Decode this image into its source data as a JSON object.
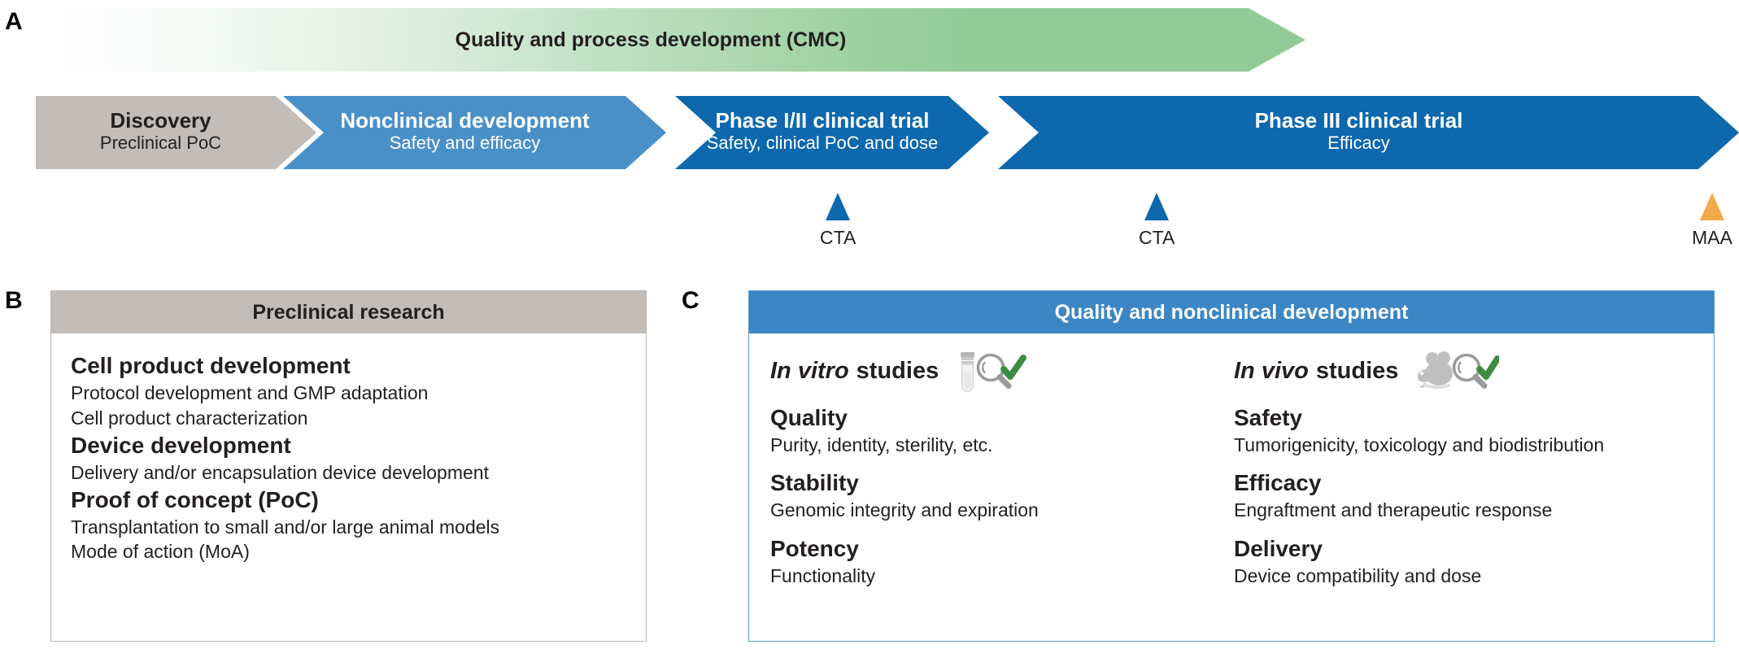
{
  "panels": {
    "a_letter": "A",
    "b_letter": "B",
    "c_letter": "C"
  },
  "timeline": {
    "cmc_band_label": "Quality and process development (CMC)",
    "stages": [
      {
        "title": "Discovery",
        "subtitle": "Preclinical PoC",
        "color": "#c2bdb8",
        "text_color": "#231f20"
      },
      {
        "title": "Nonclinical development",
        "subtitle": "Safety and efficacy",
        "color": "#4a90c8",
        "text_color": "#ffffff"
      },
      {
        "title": "Phase I/II clinical trial",
        "subtitle": "Safety, clinical PoC and dose",
        "color": "#0d68ad",
        "text_color": "#ffffff"
      },
      {
        "title": "Phase III clinical trial",
        "subtitle": "Efficacy",
        "color": "#0d68ad",
        "text_color": "#ffffff"
      }
    ],
    "milestones": [
      {
        "label": "CTA",
        "color": "#0d68ad",
        "marker": "triangle-up-icon"
      },
      {
        "label": "CTA",
        "color": "#0d68ad",
        "marker": "triangle-up-icon"
      },
      {
        "label": "MAA",
        "color": "#f2a949",
        "marker": "triangle-up-icon"
      }
    ],
    "band_color": "#92cb96"
  },
  "preclinical": {
    "header": "Preclinical research",
    "header_color": "#c2bdb8",
    "items": [
      {
        "title": "Cell product development",
        "lines": [
          "Protocol development and GMP adaptation",
          "Cell product characterization"
        ]
      },
      {
        "title": "Device development",
        "lines": [
          "Delivery and/or encapsulation device development"
        ]
      },
      {
        "title": "Proof of concept (PoC)",
        "lines": [
          "Transplantation to small and/or large animal models",
          "Mode of action (MoA)"
        ]
      }
    ]
  },
  "quality_nonclinical": {
    "header": "Quality and nonclinical development",
    "header_color": "#3c86c4",
    "columns": [
      {
        "title_italic": "In vitro",
        "title_rest": "studies",
        "icon": "vial-magnifier-check-icon",
        "items": [
          {
            "title": "Quality",
            "line": "Purity, identity, sterility, etc."
          },
          {
            "title": "Stability",
            "line": "Genomic integrity and expiration"
          },
          {
            "title": "Potency",
            "line": "Functionality"
          }
        ]
      },
      {
        "title_italic": "In vivo",
        "title_rest": "studies",
        "icon": "mouse-magnifier-check-icon",
        "items": [
          {
            "title": "Safety",
            "line": "Tumorigenicity, toxicology and biodistribution"
          },
          {
            "title": "Efficacy",
            "line": "Engraftment and therapeutic response"
          },
          {
            "title": "Delivery",
            "line": "Device compatibility and dose"
          }
        ]
      }
    ]
  }
}
